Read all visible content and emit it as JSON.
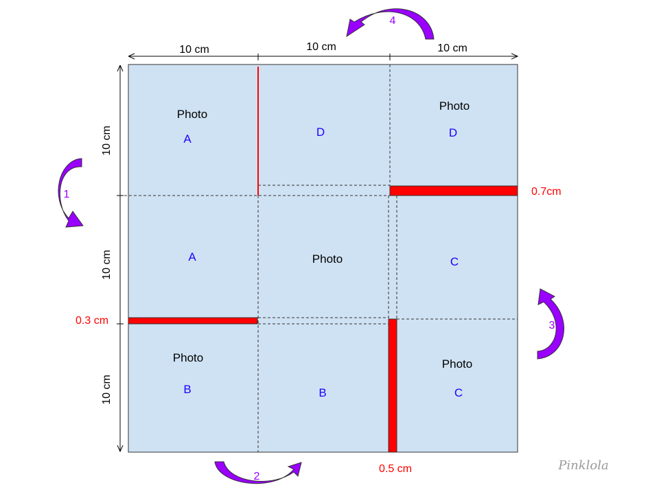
{
  "dimensions": {
    "top": [
      "10 cm",
      "10 cm",
      "10 cm"
    ],
    "left": [
      "10 cm",
      "10 cm",
      "10 cm"
    ]
  },
  "cells": {
    "r1c1": {
      "title": "Photo",
      "letter": "A"
    },
    "r1c2": {
      "letter": "D"
    },
    "r1c3": {
      "title": "Photo",
      "letter": "D"
    },
    "r2c1": {
      "letter": "A"
    },
    "r2c2": {
      "title": "Photo"
    },
    "r2c3": {
      "letter": "C"
    },
    "r3c1": {
      "title": "Photo",
      "letter": "B"
    },
    "r3c2": {
      "letter": "B"
    },
    "r3c3": {
      "title": "Photo",
      "letter": "C"
    }
  },
  "measurements": {
    "right": "0.7cm",
    "left": "0.3 cm",
    "bottom": "0.5 cm"
  },
  "arrows": [
    "1",
    "2",
    "3",
    "4"
  ],
  "signature": "Pinklola",
  "colors": {
    "panel": "#cfe2f3",
    "cut": "#ff0000",
    "arrow": "#9900ff",
    "letter": "#1c00ff",
    "measure": "#ff0000",
    "dimension": "#000000"
  }
}
